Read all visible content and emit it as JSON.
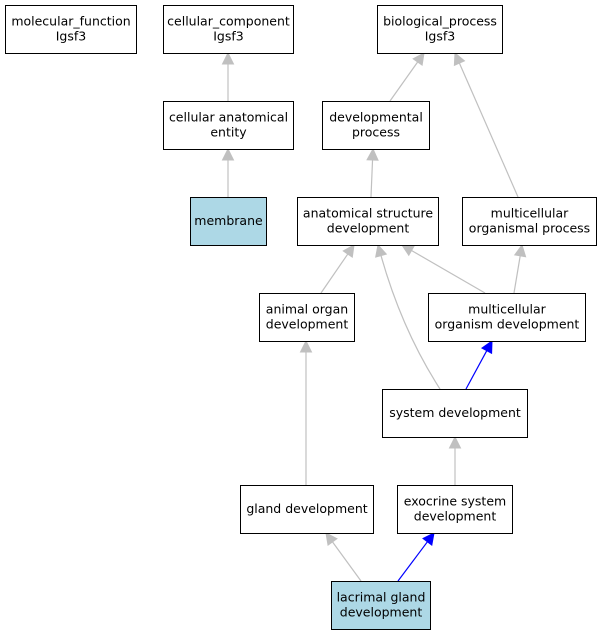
{
  "colors": {
    "highlight_fill": "#add8e6",
    "default_fill": "#ffffff",
    "edge_gray": "#c0c0c0",
    "edge_blue": "#0000ff"
  },
  "nodes": [
    {
      "id": "molecular_function",
      "lines": [
        "molecular_function",
        "Igsf3"
      ],
      "highlighted": false
    },
    {
      "id": "cellular_component",
      "lines": [
        "cellular_component",
        "Igsf3"
      ],
      "highlighted": false
    },
    {
      "id": "biological_process",
      "lines": [
        "biological_process",
        "Igsf3"
      ],
      "highlighted": false
    },
    {
      "id": "cellular_anatomical_entity",
      "lines": [
        "cellular anatomical",
        "entity"
      ],
      "highlighted": false
    },
    {
      "id": "developmental_process",
      "lines": [
        "developmental",
        "process"
      ],
      "highlighted": false
    },
    {
      "id": "membrane",
      "lines": [
        "membrane"
      ],
      "highlighted": true
    },
    {
      "id": "anatomical_structure_development",
      "lines": [
        "anatomical structure",
        "development"
      ],
      "highlighted": false
    },
    {
      "id": "multicellular_organismal_process",
      "lines": [
        "multicellular",
        "organismal process"
      ],
      "highlighted": false
    },
    {
      "id": "animal_organ_development",
      "lines": [
        "animal organ",
        "development"
      ],
      "highlighted": false
    },
    {
      "id": "multicellular_organism_development",
      "lines": [
        "multicellular",
        "organism development"
      ],
      "highlighted": false
    },
    {
      "id": "system_development",
      "lines": [
        "system development"
      ],
      "highlighted": false
    },
    {
      "id": "gland_development",
      "lines": [
        "gland development"
      ],
      "highlighted": false
    },
    {
      "id": "exocrine_system_development",
      "lines": [
        "exocrine system",
        "development"
      ],
      "highlighted": false
    },
    {
      "id": "lacrimal_gland_development",
      "lines": [
        "lacrimal gland",
        "development"
      ],
      "highlighted": true
    }
  ],
  "edges": [
    {
      "from": "cellular_anatomical_entity",
      "to": "cellular_component",
      "color": "gray"
    },
    {
      "from": "membrane",
      "to": "cellular_anatomical_entity",
      "color": "gray"
    },
    {
      "from": "developmental_process",
      "to": "biological_process",
      "color": "gray"
    },
    {
      "from": "multicellular_organismal_process",
      "to": "biological_process",
      "color": "gray"
    },
    {
      "from": "anatomical_structure_development",
      "to": "developmental_process",
      "color": "gray"
    },
    {
      "from": "animal_organ_development",
      "to": "anatomical_structure_development",
      "color": "gray"
    },
    {
      "from": "multicellular_organism_development",
      "to": "anatomical_structure_development",
      "color": "gray"
    },
    {
      "from": "system_development",
      "to": "anatomical_structure_development",
      "color": "gray"
    },
    {
      "from": "multicellular_organism_development",
      "to": "multicellular_organismal_process",
      "color": "gray"
    },
    {
      "from": "system_development",
      "to": "multicellular_organism_development",
      "color": "blue"
    },
    {
      "from": "gland_development",
      "to": "animal_organ_development",
      "color": "gray"
    },
    {
      "from": "exocrine_system_development",
      "to": "system_development",
      "color": "gray"
    },
    {
      "from": "lacrimal_gland_development",
      "to": "gland_development",
      "color": "gray"
    },
    {
      "from": "lacrimal_gland_development",
      "to": "exocrine_system_development",
      "color": "blue"
    }
  ]
}
